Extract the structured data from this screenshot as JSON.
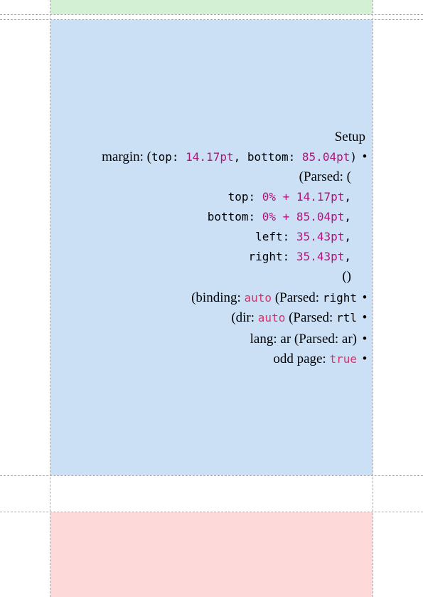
{
  "setup": {
    "title": "Setup",
    "margin_line": {
      "label": "margin: (",
      "top_key": "top: ",
      "top_val": "14.17pt",
      "sep": ", ",
      "bottom_key": "bottom: ",
      "bottom_val": "85.04pt",
      "close": ")"
    },
    "parsed_open": "(Parsed: (",
    "parsed_top_key": "top: ",
    "parsed_top_val": "0% + 14.17pt",
    "parsed_bottom_key": "bottom: ",
    "parsed_bottom_val": "0% + 85.04pt",
    "parsed_left_key": "left: ",
    "parsed_left_val": "35.43pt",
    "parsed_right_key": "right: ",
    "parsed_right_val": "35.43pt",
    "comma": ",",
    "parsed_close": "()",
    "binding": {
      "open": "(binding: ",
      "value": "auto",
      "parsed": " (Parsed: ",
      "parsed_value": "right"
    },
    "dir": {
      "open": "(dir: ",
      "value": "auto",
      "parsed": " (Parsed: ",
      "parsed_value": "rtl"
    },
    "lang": {
      "text": "lang: ar (Parsed: ar)"
    },
    "odd_page": {
      "label": "odd page: ",
      "value": "true"
    },
    "bullet": "•"
  }
}
